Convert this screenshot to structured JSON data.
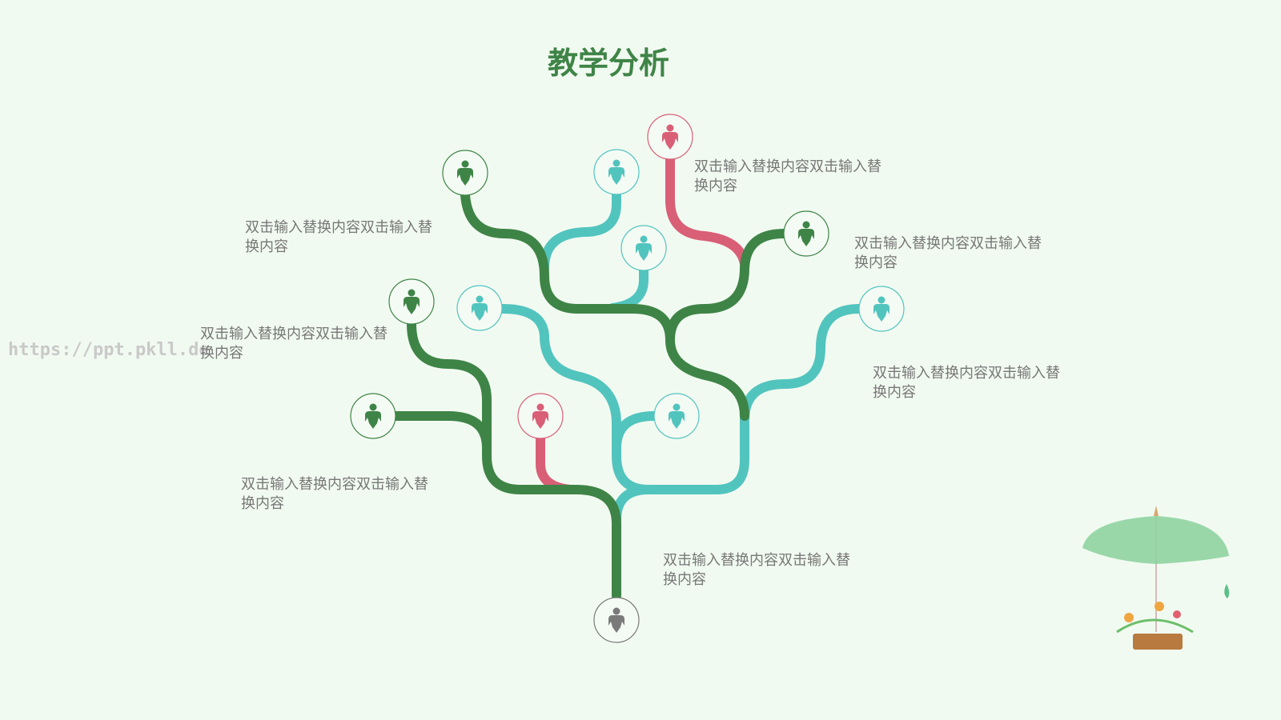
{
  "title": "教学分析",
  "watermark": "https://ppt.pkll.de",
  "colors": {
    "dark_green": "#3f8447",
    "teal": "#52c4be",
    "pink": "#d95f76",
    "gray": "#7a7a7a",
    "background": "#f1faf1"
  },
  "node_icon": "person-icon",
  "labels": [
    {
      "line1": "双击输入替换内容双击输入替",
      "line2": "换内容"
    },
    {
      "line1": "双击输入替换内容双击输入替",
      "line2": "换内容"
    },
    {
      "line1": "双击输入替换内容双击输入替",
      "line2": "换内容"
    },
    {
      "line1": "双击输入替换内容双击输入替",
      "line2": "换内容"
    },
    {
      "line1": "双击输入替换内容双击输入替",
      "line2": "换内容"
    },
    {
      "line1": "双击输入替换内容双击输入替",
      "line2": "换内容"
    },
    {
      "line1": "双击输入替换内容双击输入替",
      "line2": "换内容"
    }
  ]
}
